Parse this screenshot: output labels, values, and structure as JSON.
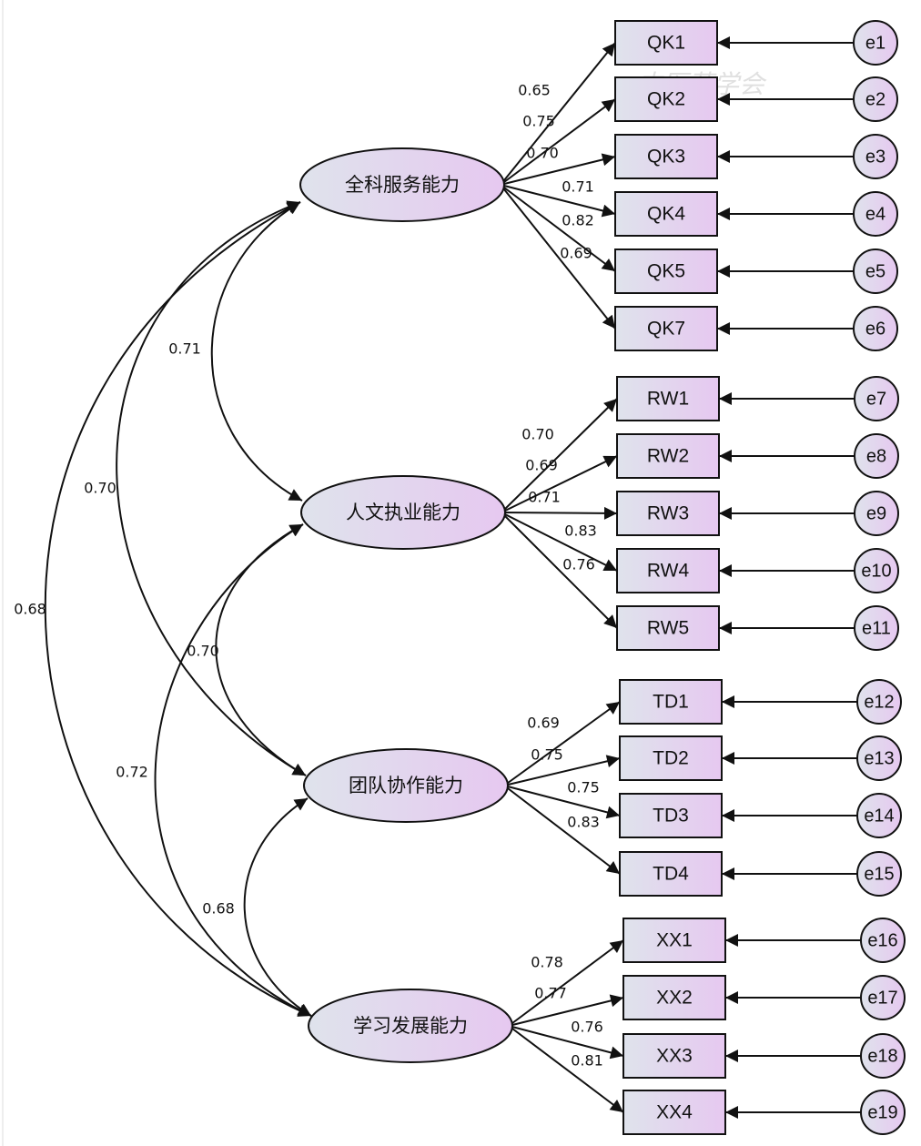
{
  "colors": {
    "fill_start": "#dfe3ec",
    "fill_end": "#e6c8f0",
    "stroke": "#111111",
    "background": "#ffffff",
    "page_rule": "#dddddd"
  },
  "watermark": "中医药学会",
  "factors": [
    {
      "id": "F1",
      "label": "全科服务能力",
      "indicators": [
        {
          "label": "QK1",
          "error": "e1",
          "loading": "0.65"
        },
        {
          "label": "QK2",
          "error": "e2",
          "loading": "0.75"
        },
        {
          "label": "QK3",
          "error": "e3",
          "loading": "0.70"
        },
        {
          "label": "QK4",
          "error": "e4",
          "loading": "0.71"
        },
        {
          "label": "QK5",
          "error": "e5",
          "loading": "0.82"
        },
        {
          "label": "QK7",
          "error": "e6",
          "loading": "0.69"
        }
      ]
    },
    {
      "id": "F2",
      "label": "人文执业能力",
      "indicators": [
        {
          "label": "RW1",
          "error": "e7",
          "loading": "0.70"
        },
        {
          "label": "RW2",
          "error": "e8",
          "loading": "0.69"
        },
        {
          "label": "RW3",
          "error": "e9",
          "loading": "0.71"
        },
        {
          "label": "RW4",
          "error": "e10",
          "loading": "0.83"
        },
        {
          "label": "RW5",
          "error": "e11",
          "loading": "0.76"
        }
      ]
    },
    {
      "id": "F3",
      "label": "团队协作能力",
      "indicators": [
        {
          "label": "TD1",
          "error": "e12",
          "loading": "0.69"
        },
        {
          "label": "TD2",
          "error": "e13",
          "loading": "0.75"
        },
        {
          "label": "TD3",
          "error": "e14",
          "loading": "0.75"
        },
        {
          "label": "TD4",
          "error": "e15",
          "loading": "0.83"
        }
      ]
    },
    {
      "id": "F4",
      "label": "学习发展能力",
      "indicators": [
        {
          "label": "XX1",
          "error": "e16",
          "loading": "0.78"
        },
        {
          "label": "XX2",
          "error": "e17",
          "loading": "0.77"
        },
        {
          "label": "XX3",
          "error": "e18",
          "loading": "0.76"
        },
        {
          "label": "XX4",
          "error": "e19",
          "loading": "0.81"
        }
      ]
    }
  ],
  "correlations": [
    {
      "from": "F1",
      "to": "F2",
      "value": "0.71"
    },
    {
      "from": "F1",
      "to": "F3",
      "value": "0.70"
    },
    {
      "from": "F1",
      "to": "F4",
      "value": "0.68"
    },
    {
      "from": "F2",
      "to": "F3",
      "value": "0.70"
    },
    {
      "from": "F2",
      "to": "F4",
      "value": "0.72"
    },
    {
      "from": "F3",
      "to": "F4",
      "value": "0.68"
    }
  ]
}
